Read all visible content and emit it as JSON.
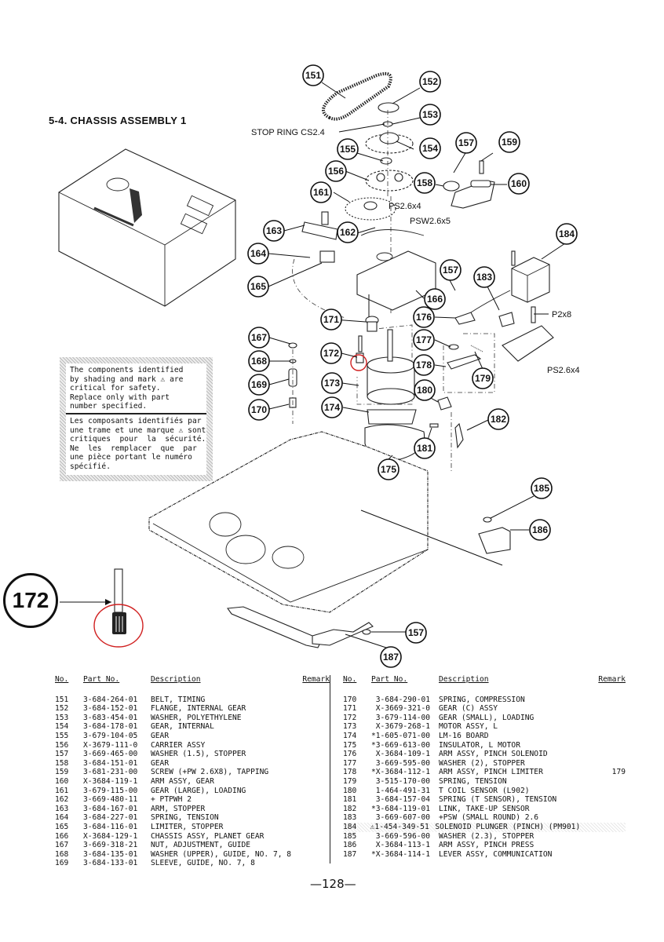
{
  "page": {
    "section_title": "5-4.  CHASSIS ASSEMBLY 1",
    "page_number": "—128—",
    "highlight_color": "#d02020"
  },
  "diagram": {
    "callouts": [
      "151",
      "152",
      "153",
      "154",
      "155",
      "156",
      "157",
      "158",
      "159",
      "160",
      "161",
      "162",
      "163",
      "164",
      "165",
      "166",
      "157",
      "183",
      "184",
      "171",
      "176",
      "167",
      "172",
      "177",
      "168",
      "178",
      "179",
      "173",
      "169",
      "180",
      "174",
      "170",
      "182",
      "181",
      "175",
      "185",
      "186",
      "157",
      "187"
    ],
    "screw_labels": {
      "stop_ring": "STOP RING CS2.4",
      "ps26x4_top": "PS2.6x4",
      "psw26x5": "PSW2.6x5",
      "p2x8": "P2x8",
      "ps26x4_right": "PS2.6x4"
    },
    "inset": {
      "label": "172",
      "note": "enlarged view of part 172 with gear teeth circled"
    }
  },
  "safety_notice": {
    "english": [
      "The components identified",
      "by shading and mark ⚠ are",
      "critical for safety.",
      "Replace only with part",
      "number specified."
    ],
    "french": [
      "Les composants identifiés par",
      "une trame et une marque ⚠ sont",
      "critiques  pour  la  sécurité.",
      "Ne  les  remplacer  que  par",
      "une pièce portant le numéro",
      "spécifié."
    ]
  },
  "parts_table": {
    "headers": {
      "no": "No.",
      "part_no": "Part No.",
      "description": "Description",
      "remark": "Remark"
    },
    "left": [
      {
        "no": "151",
        "part_no": "3-684-264-01",
        "description": "BELT, TIMING",
        "remark": ""
      },
      {
        "no": "152",
        "part_no": "3-684-152-01",
        "description": "FLANGE, INTERNAL GEAR",
        "remark": ""
      },
      {
        "no": "153",
        "part_no": "3-683-454-01",
        "description": "WASHER, POLYETHYLENE",
        "remark": ""
      },
      {
        "no": "154",
        "part_no": "3-684-178-01",
        "description": "GEAR, INTERNAL",
        "remark": ""
      },
      {
        "no": "155",
        "part_no": "3-679-104-05",
        "description": "GEAR",
        "remark": ""
      },
      {
        "no": "156",
        "part_no": "X-3679-111-0",
        "description": "CARRIER ASSY",
        "remark": ""
      },
      {
        "no": "157",
        "part_no": "3-669-465-00",
        "description": "WASHER (1.5), STOPPER",
        "remark": ""
      },
      {
        "no": "158",
        "part_no": "3-684-151-01",
        "description": "GEAR",
        "remark": ""
      },
      {
        "no": "159",
        "part_no": "3-681-231-00",
        "description": "SCREW (+PW 2.6X8), TAPPING",
        "remark": ""
      },
      {
        "no": "160",
        "part_no": "X-3684-119-1",
        "description": "ARM ASSY, GEAR",
        "remark": ""
      },
      {
        "no": "161",
        "part_no": "3-679-115-00",
        "description": "GEAR (LARGE), LOADING",
        "remark": ""
      },
      {
        "no": "162",
        "part_no": "3-669-480-11",
        "description": "+ PTPWH 2",
        "remark": ""
      },
      {
        "no": "163",
        "part_no": "3-684-167-01",
        "description": "ARM, STOPPER",
        "remark": ""
      },
      {
        "no": "164",
        "part_no": "3-684-227-01",
        "description": "SPRING, TENSION",
        "remark": ""
      },
      {
        "no": "165",
        "part_no": "3-684-116-01",
        "description": "LIMITER, STOPPER",
        "remark": ""
      },
      {
        "no": "166",
        "part_no": "X-3684-129-1",
        "description": "CHASSIS ASSY, PLANET GEAR",
        "remark": ""
      },
      {
        "no": "167",
        "part_no": "3-669-318-21",
        "description": "NUT, ADJUSTMENT, GUIDE",
        "remark": ""
      },
      {
        "no": "168",
        "part_no": "3-684-135-01",
        "description": "WASHER (UPPER), GUIDE, NO. 7, 8",
        "remark": ""
      },
      {
        "no": "169",
        "part_no": "3-684-133-01",
        "description": "SLEEVE, GUIDE, NO. 7, 8",
        "remark": ""
      }
    ],
    "right": [
      {
        "no": "170",
        "part_no": " 3-684-290-01",
        "description": "SPRING, COMPRESSION",
        "remark": "",
        "safety": false
      },
      {
        "no": "171",
        "part_no": " X-3669-321-0",
        "description": "GEAR (C) ASSY",
        "remark": "",
        "safety": false
      },
      {
        "no": "172",
        "part_no": " 3-679-114-00",
        "description": "GEAR (SMALL), LOADING",
        "remark": "",
        "safety": false
      },
      {
        "no": "173",
        "part_no": " X-3679-268-1",
        "description": "MOTOR ASSY, L",
        "remark": "",
        "safety": false
      },
      {
        "no": "174",
        "part_no": "*1-605-071-00",
        "description": "LM-16 BOARD",
        "remark": "",
        "safety": false
      },
      {
        "no": "175",
        "part_no": "*3-669-613-00",
        "description": "INSULATOR, L MOTOR",
        "remark": "",
        "safety": false
      },
      {
        "no": "176",
        "part_no": " X-3684-109-1",
        "description": "ARM ASSY, PINCH SOLENOID",
        "remark": "",
        "safety": false
      },
      {
        "no": "177",
        "part_no": " 3-669-595-00",
        "description": "WASHER (2), STOPPER",
        "remark": "",
        "safety": false
      },
      {
        "no": "178",
        "part_no": "*X-3684-112-1",
        "description": "ARM ASSY, PINCH LIMITER",
        "remark": "179",
        "safety": false
      },
      {
        "no": "179",
        "part_no": " 3-515-170-00",
        "description": "SPRING, TENSION",
        "remark": "",
        "safety": false
      },
      {
        "no": "180",
        "part_no": " 1-464-491-31",
        "description": "T COIL SENSOR (L902)",
        "remark": "",
        "safety": false
      },
      {
        "no": "181",
        "part_no": " 3-684-157-04",
        "description": "SPRING (T SENSOR), TENSION",
        "remark": "",
        "safety": false
      },
      {
        "no": "182",
        "part_no": "*3-684-119-01",
        "description": "LINK, TAKE-UP SENSOR",
        "remark": "",
        "safety": false
      },
      {
        "no": "183",
        "part_no": " 3-669-607-00",
        "description": "+PSW (SMALL ROUND) 2.6",
        "remark": "",
        "safety": false
      },
      {
        "no": "184",
        "part_no": "⚠1-454-349-51",
        "description": "SOLENOID PLUNGER (PINCH) (PM901)",
        "remark": "",
        "safety": true
      },
      {
        "no": "185",
        "part_no": " 3-669-596-00",
        "description": "WASHER (2.3), STOPPER",
        "remark": "",
        "safety": false
      },
      {
        "no": "186",
        "part_no": " X-3684-113-1",
        "description": "ARM ASSY, PINCH PRESS",
        "remark": "",
        "safety": false
      },
      {
        "no": "187",
        "part_no": "*X-3684-114-1",
        "description": "LEVER ASSY, COMMUNICATION",
        "remark": "",
        "safety": false
      }
    ]
  }
}
